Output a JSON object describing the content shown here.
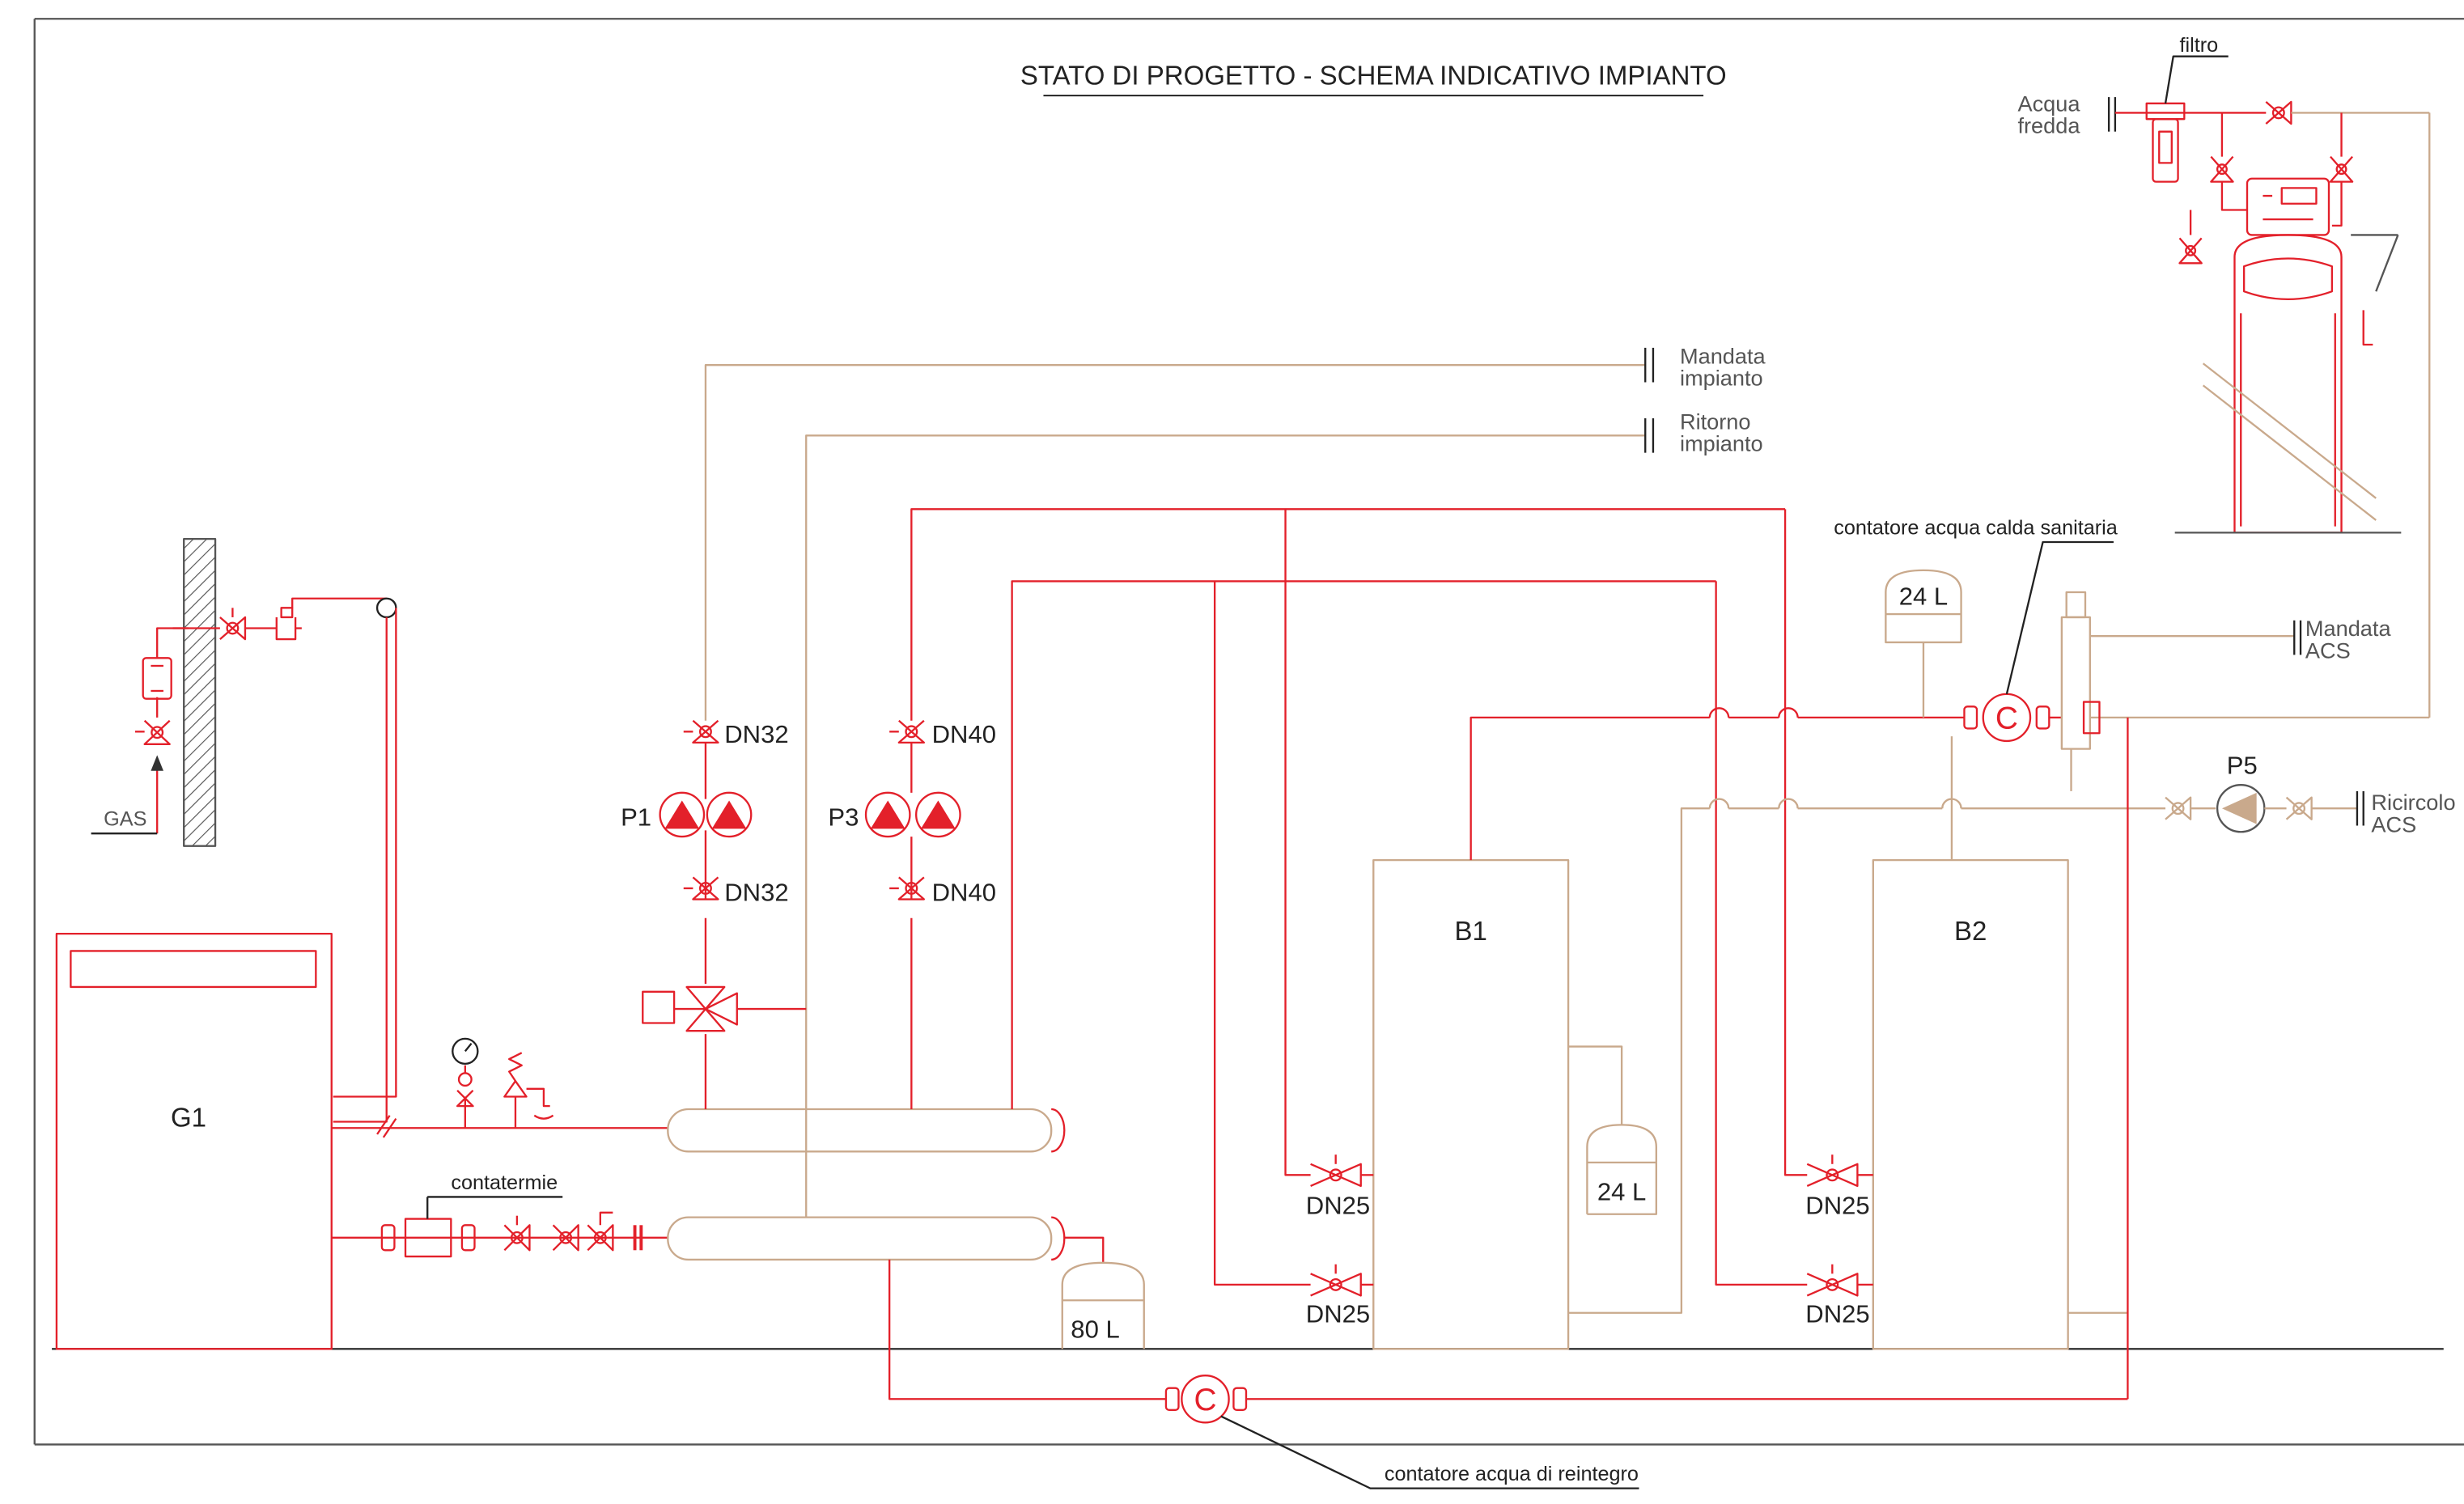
{
  "title": "STATO DI PROGETTO - SCHEMA INDICATIVO IMPIANTO",
  "colors": {
    "supply": "#e3202a",
    "return": "#c9a98c",
    "structure": "#555555",
    "text": "#222222",
    "pump_fill": "#e3202a",
    "recirc_pump_fill": "#c9a98c"
  },
  "components": {
    "boiler": "G1",
    "tank_b1": "B1",
    "tank_b2": "B2",
    "pump_p1": "P1",
    "pump_p3": "P3",
    "pump_p5": "P5",
    "vessel_80": "80 L",
    "vessel_24_b1": "24 L",
    "vessel_24_acs": "24 L"
  },
  "valve_labels": {
    "p1_top": "DN32",
    "p1_bottom": "DN32",
    "p3_top": "DN40",
    "p3_bottom": "DN40",
    "b1_upper": "DN25",
    "b1_lower": "DN25",
    "b2_upper": "DN25",
    "b2_lower": "DN25"
  },
  "callouts": {
    "filter": "filtro",
    "heat_meter": "contatermie",
    "dhw_meter": "contatore acqua calda sanitaria",
    "makeup_meter": "contatore acqua di reintegro",
    "gas": "GAS"
  },
  "connections": {
    "cold_water_1": "Acqua",
    "cold_water_2": "fredda",
    "plant_supply_1": "Mandata",
    "plant_supply_2": "impianto",
    "plant_return_1": "Ritorno",
    "plant_return_2": "impianto",
    "acs_supply_1": "Mandata",
    "acs_supply_2": "ACS",
    "acs_recirc_1": "Ricircolo",
    "acs_recirc_2": "ACS"
  }
}
